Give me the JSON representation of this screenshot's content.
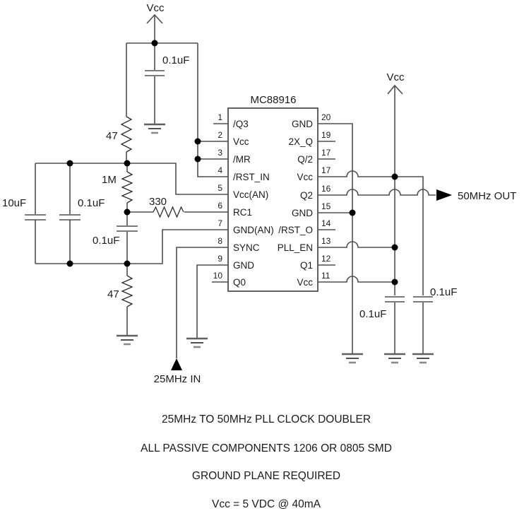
{
  "diagram": {
    "title_hint": "25MHz to 50MHz PLL clock doubler schematic",
    "colors": {
      "ink": "#1a1a1a",
      "wire": "#4f4f4f"
    },
    "power": {
      "vcc_top_left": "Vcc",
      "vcc_top_right": "Vcc"
    },
    "ic": {
      "title": "MC88916",
      "left_pins": [
        {
          "num": "1",
          "label": "/Q3"
        },
        {
          "num": "2",
          "label": "Vcc"
        },
        {
          "num": "3",
          "label": "/MR"
        },
        {
          "num": "4",
          "label": "/RST_IN"
        },
        {
          "num": "5",
          "label": "Vcc(AN)"
        },
        {
          "num": "6",
          "label": "RC1"
        },
        {
          "num": "7",
          "label": "GND(AN)"
        },
        {
          "num": "8",
          "label": "SYNC"
        },
        {
          "num": "9",
          "label": "GND"
        },
        {
          "num": "10",
          "label": "Q0"
        }
      ],
      "right_pins": [
        {
          "num": "20",
          "label": "GND"
        },
        {
          "num": "19",
          "label": "2X_Q"
        },
        {
          "num": "17",
          "label": "Q/2"
        },
        {
          "num": "17",
          "label": "Vcc"
        },
        {
          "num": "16",
          "label": "Q2"
        },
        {
          "num": "15",
          "label": "GND"
        },
        {
          "num": "14",
          "label": "/RST_O"
        },
        {
          "num": "13",
          "label": "PLL_EN"
        },
        {
          "num": "12",
          "label": "Q1"
        },
        {
          "num": "11",
          "label": "Vcc"
        }
      ]
    },
    "components": {
      "cap_top": "0.1uF",
      "res_47_top": "47",
      "res_1m": "1M",
      "res_330": "330",
      "res_47_bottom": "47",
      "cap_10uf": "10uF",
      "cap_01_left": "0.1uF",
      "cap_01_mid": "0.1uF",
      "cap_01_right_inner": "0.1uF",
      "cap_01_right_outer": "0.1uF"
    },
    "io": {
      "input_label": "25MHz IN",
      "output_label": "50MHz OUT"
    }
  },
  "notes": {
    "line1": "25MHz TO 50MHz PLL CLOCK DOUBLER",
    "line2": "ALL PASSIVE COMPONENTS 1206 OR 0805 SMD",
    "line3": "GROUND PLANE REQUIRED",
    "line4": "Vcc = 5 VDC @ 40mA"
  }
}
